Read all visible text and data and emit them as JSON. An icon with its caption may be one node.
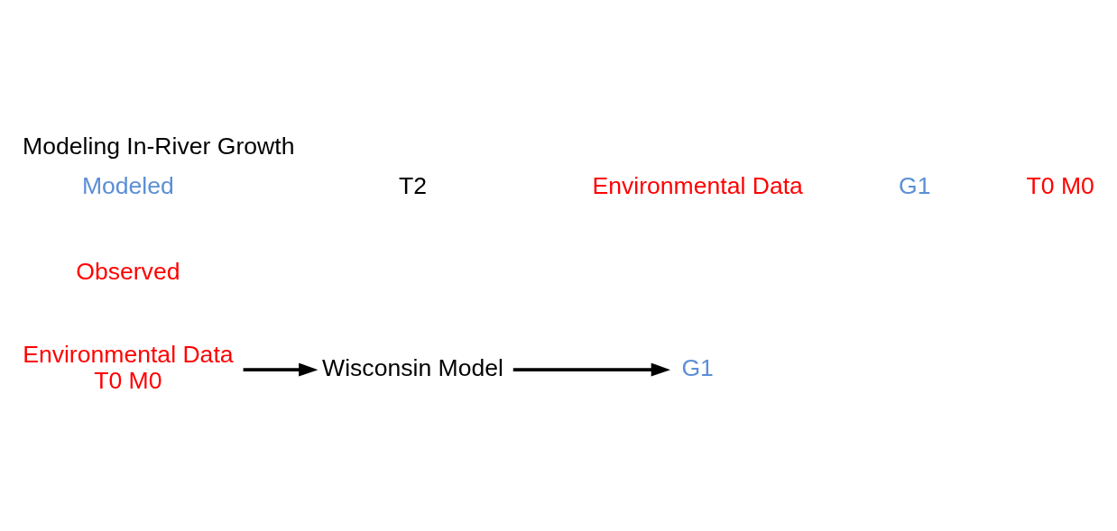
{
  "diagram": {
    "title": "Modeling In-River Growth",
    "nodes": [
      {
        "text": [
          "Environmental Data",
          "T0 M0"
        ]
      },
      {
        "text": [
          "Wisconsin Model"
        ]
      },
      {
        "text": [
          "G1"
        ]
      }
    ],
    "edges": [
      {
        "from": 0,
        "to": 1,
        "arrow": "to"
      },
      {
        "from": 1,
        "to": 2,
        "arrow": "to"
      }
    ],
    "labels": [
      "Observed",
      "Modeled",
      "T2",
      "Environmental Data",
      "G1",
      "T0 M0"
    ]
  }
}
